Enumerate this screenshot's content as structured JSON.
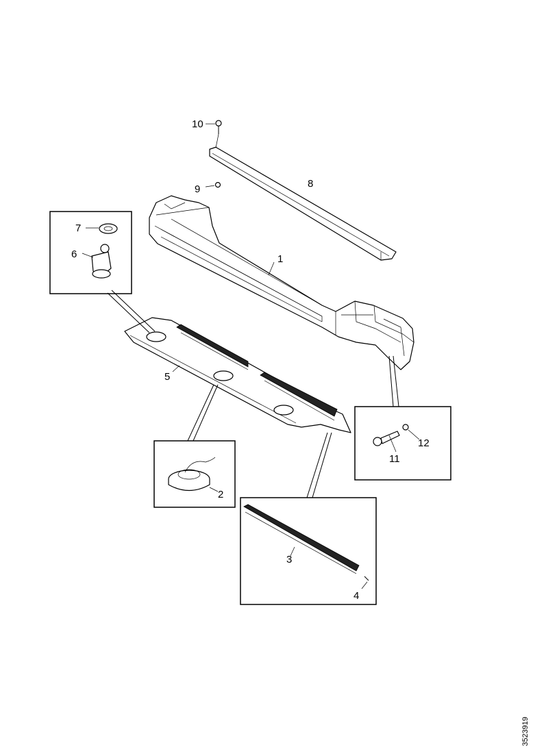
{
  "callouts": {
    "c1": "1",
    "c2": "2",
    "c3": "3",
    "c4": "4",
    "c5": "5",
    "c6": "6",
    "c7": "7",
    "c8": "8",
    "c9": "9",
    "c10": "10",
    "c11": "11",
    "c12": "12"
  },
  "reference_number": "3523919"
}
